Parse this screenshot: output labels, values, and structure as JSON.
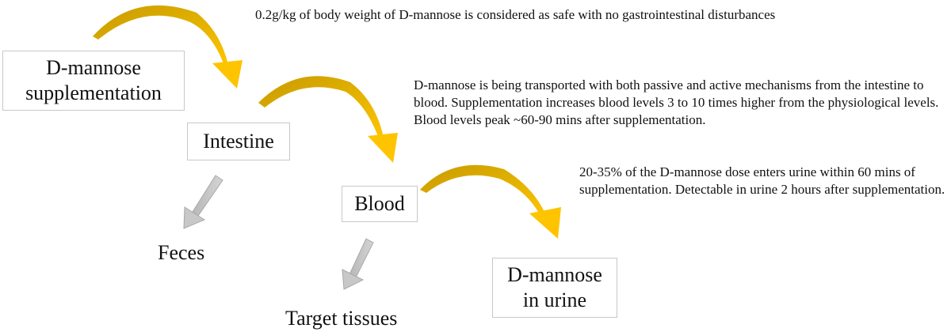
{
  "nodes": {
    "supplementation_line1": "D-mannose",
    "supplementation_line2": "supplementation",
    "intestine": "Intestine",
    "blood": "Blood",
    "urine_line1": "D-mannose",
    "urine_line2": "in urine",
    "feces": "Feces",
    "target_tissues": "Target tissues"
  },
  "notes": {
    "safety": "0.2g/kg of body weight of D-mannose is considered as safe with no gastrointestinal disturbances",
    "transport": "D-mannose is being transported with both passive and active mechanisms from the intestine to blood. Supplementation increases blood levels 3 to 10 times higher from the physiological levels. Blood levels peak ~60-90 mins after supplementation.",
    "urine": "20-35% of the D-mannose dose enters urine within 60 mins of supplementation. Detectable  in urine 2 hours after supplementation."
  },
  "colors": {
    "curved_arrow_dark": "#C99A00",
    "curved_arrow_light": "#FFC400",
    "straight_arrow_fill": "#C8C8C8",
    "straight_arrow_stroke": "#A8A8A8",
    "box_border": "#C8C8C8"
  }
}
